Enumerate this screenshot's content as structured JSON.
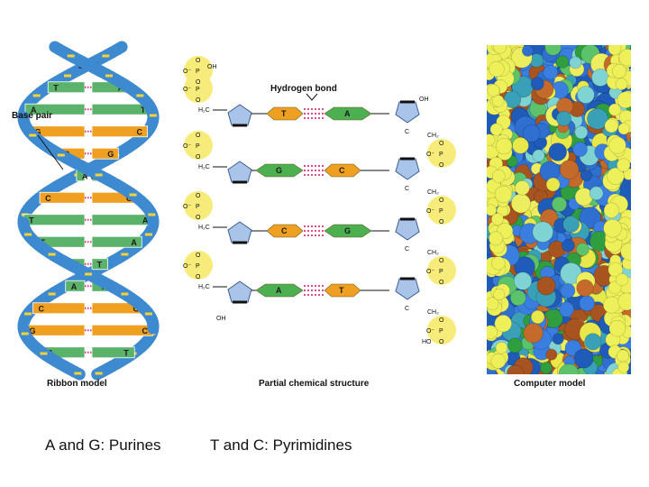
{
  "ribbon": {
    "caption": "Ribbon model",
    "annotation": "Base pair",
    "pairs": [
      [
        "G",
        "C"
      ],
      [
        "T",
        "A"
      ],
      [
        "A",
        "T"
      ],
      [
        "G",
        "C"
      ],
      [
        "C",
        "G"
      ],
      [
        "A",
        "T"
      ],
      [
        "C",
        "G"
      ],
      [
        "T",
        "A"
      ],
      [
        "T",
        "A"
      ],
      [
        "A",
        "T"
      ],
      [
        "A",
        "T"
      ],
      [
        "C",
        "G"
      ],
      [
        "G",
        "C"
      ],
      [
        "A",
        "T"
      ]
    ]
  },
  "chemical": {
    "caption": "Partial chemical structure",
    "title": "Hydrogen bond",
    "pairs": [
      [
        "T",
        "A"
      ],
      [
        "G",
        "C"
      ],
      [
        "C",
        "G"
      ],
      [
        "A",
        "T"
      ]
    ],
    "labels": {
      "oh": "OH",
      "h2c": "H₂C",
      "ch2": "CH₂",
      "p": "P",
      "o": "O",
      "o_minus": "O⁻",
      "ho": "HO",
      "oh_bottom": "OH",
      "c": "C"
    },
    "colors": {
      "purine": "#4caf50",
      "pyrimidine": "#f0a020",
      "sugar": "#a9c4e8",
      "phosphate": "#f7ec7a"
    }
  },
  "computer": {
    "caption": "Computer model"
  },
  "footer": {
    "left": "A and G: Purines",
    "right": "T and C: Pyrimidines"
  }
}
